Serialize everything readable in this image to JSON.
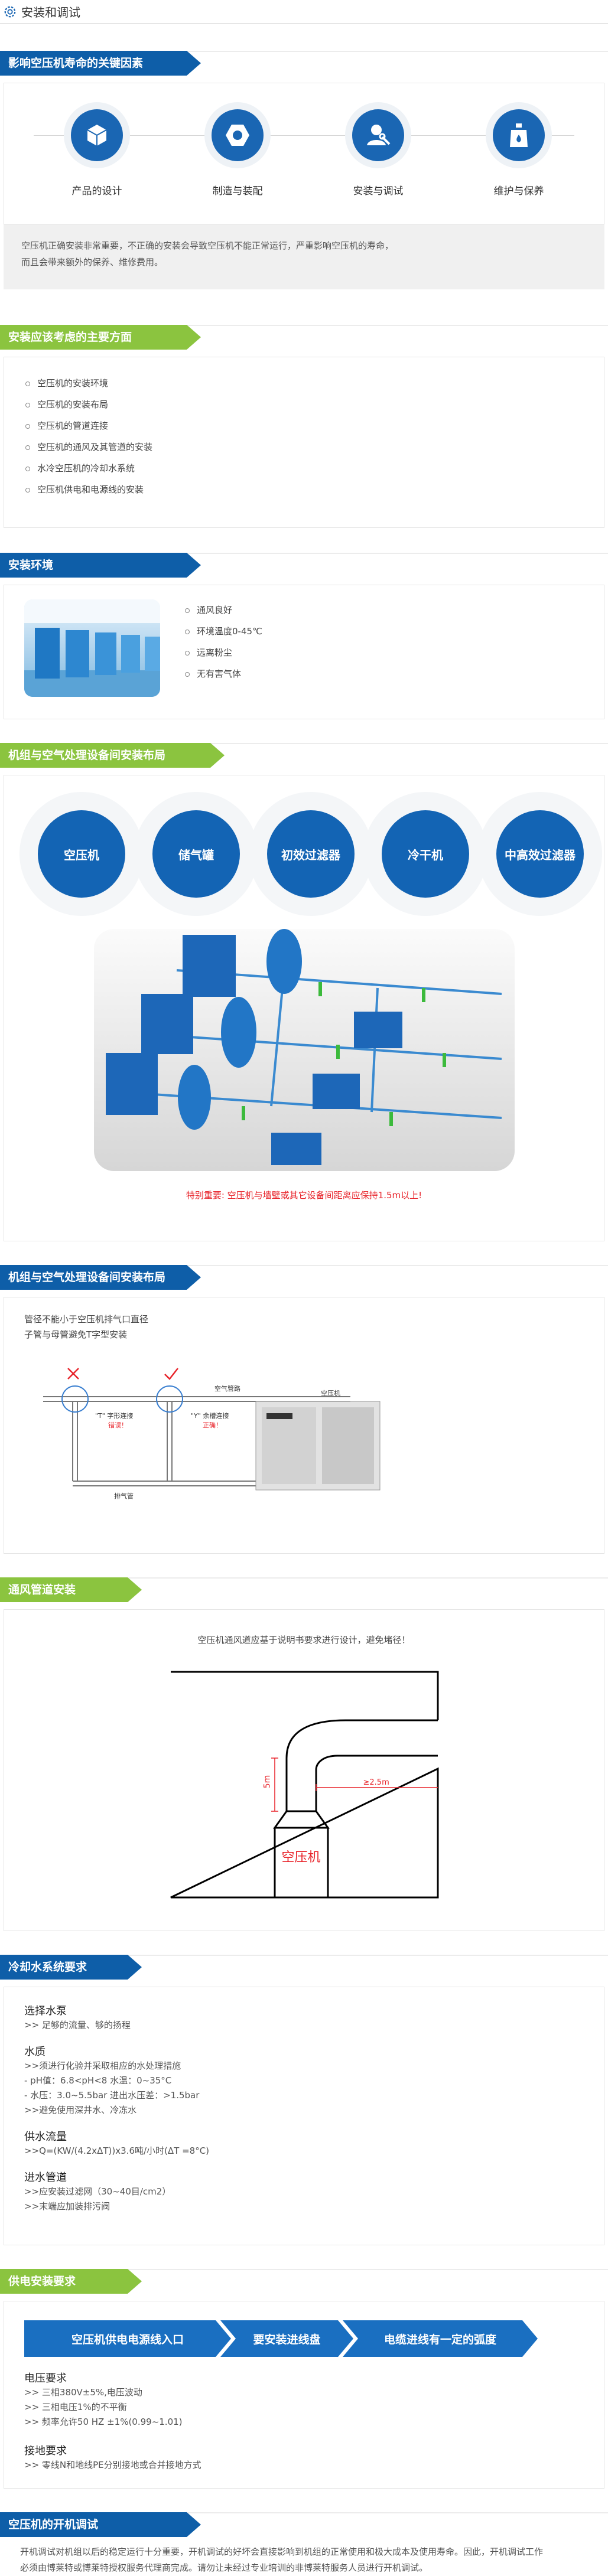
{
  "header": {
    "title": "安装和调试"
  },
  "sec1": {
    "title": "影响空压机寿命的关键因素",
    "factors": [
      {
        "label": "产品的设计",
        "icon": "cube-icon"
      },
      {
        "label": "制造与装配",
        "icon": "hex-nut-icon"
      },
      {
        "label": "安装与调试",
        "icon": "worker-icon"
      },
      {
        "label": "维护与保养",
        "icon": "oil-bottle-icon"
      }
    ],
    "text1": "空压机正确安装非常重要，不正确的安装会导致空压机不能正常运行，严重影响空压机的寿命，",
    "text2": "而且会带来额外的保养、维修费用。"
  },
  "sec2": {
    "title": "安装应该考虑的主要方面",
    "items": [
      "空压机的安装环境",
      "空压机的安装布局",
      "空压机的管道连接",
      "空压机的通风及其管道的安装",
      "水冷空压机的冷却水系统",
      "空压机供电和电源线的安装"
    ]
  },
  "sec3": {
    "title": "安装环境",
    "items": [
      "通风良好",
      "环境温度0-45℃",
      "远离粉尘",
      "无有害气体"
    ]
  },
  "sec4": {
    "title": "机组与空气处理设备间安装布局",
    "bubbles": [
      "空压机",
      "储气罐",
      "初效过滤器",
      "冷干机",
      "中高效过滤器"
    ],
    "note": "特别重要: 空压机与墙壁或其它设备间距离应保持1.5m以上!"
  },
  "sec5": {
    "title": "机组与空气处理设备间安装布局",
    "line1": "管径不能小于空压机排气口直径",
    "line2": "子管与母管避免T字型安装",
    "pipe_label": "空气管路",
    "wrong_label": "\"T\" 字形连接",
    "wrong_tag": "错误！",
    "right_label": "\"Y\" 余槽连接",
    "right_tag": "正确！",
    "machine_label": "空压机",
    "drain_label": "排气管"
  },
  "sec6": {
    "title": "通风管道安装",
    "text": "空压机通风道应基于说明书要求进行设计，避免堵径！",
    "label_room": "空压机",
    "dim_v": "5m",
    "dim_h": "≥2.5m"
  },
  "sec7": {
    "title": "冷却水系统要求",
    "groups": [
      {
        "h": "选择水泵",
        "lines": [
          ">> 足够的流量、够的扬程"
        ]
      },
      {
        "h": "水质",
        "lines": [
          ">>须进行化验并采取相应的水处理措施",
          "- pH值：6.8<pH<8   水温：0~35°C",
          "- 水压：3.0~5.5bar   进出水压差：>1.5bar",
          ">>避免使用深井水、冷冻水"
        ]
      },
      {
        "h": "供水流量",
        "lines": [
          ">>Q=(KW/(4.2xΔT))x3.6吨/小时(ΔT =8°C)"
        ]
      },
      {
        "h": "进水管道",
        "lines": [
          ">>应安装过滤网（30~40目/cm2）",
          ">>末端应加装排污阀"
        ]
      }
    ]
  },
  "sec8": {
    "title": "供电安装要求",
    "arrows": [
      "空压机供电电源线入口",
      "要安装进线盘",
      "电缆进线有一定的弧度"
    ],
    "groups": [
      {
        "h": "电压要求",
        "lines": [
          ">> 三相380V±5%,电压波动",
          ">> 三相电压1%的不平衡",
          ">> 频率允许50 HZ ±1%(0.99~1.01)"
        ]
      },
      {
        "h": "接地要求",
        "lines": [
          ">> 零线N和地线PE分别接地或合并接地方式"
        ]
      }
    ]
  },
  "sec9": {
    "title": "空压机的开机调试",
    "text1": "开机调试对机组以后的稳定运行十分重要，开机调试的好坏会直接影响到机组的正常使用和极大成本及使用寿命。因此，开机调试工作",
    "text2": "必须由博莱特或博莱特授权服务代理商完成。请勿让未经过专业培训的非博莱特服务人员进行开机调试。"
  },
  "colors": {
    "blue": "#0e5ea8",
    "green": "#8bc43f",
    "red": "#e8232a"
  }
}
